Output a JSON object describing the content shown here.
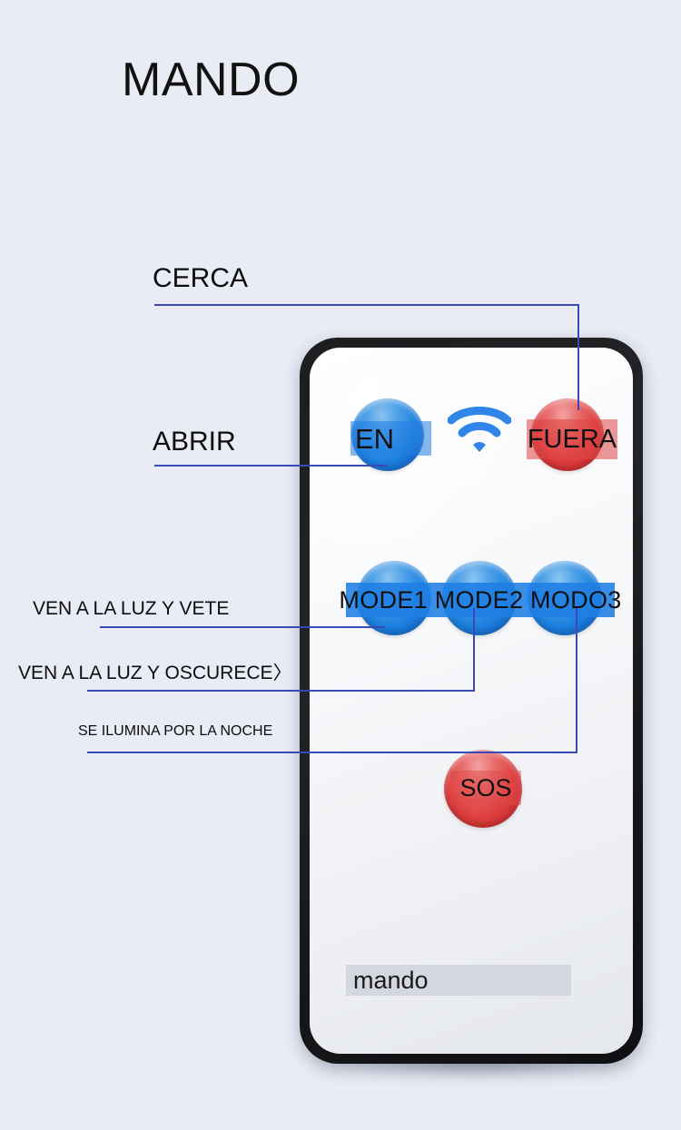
{
  "page": {
    "title": "MANDO",
    "background_color": "#e9ecf5",
    "callout_line_color": "#3a49b8",
    "text_color": "#0d0d0d"
  },
  "callouts": [
    {
      "id": "cerca",
      "label": "CERCA",
      "points_to": "fuera-button"
    },
    {
      "id": "abrir",
      "label": "ABRIR",
      "points_to": "en-button"
    },
    {
      "id": "ven-vete",
      "label": "VEN A LA LUZ Y VETE",
      "points_to": "mode1-button"
    },
    {
      "id": "ven-oscurece",
      "label": "VEN A LA LUZ Y OSCURECE〉",
      "points_to": "mode2-button"
    },
    {
      "id": "noche",
      "label": "SE ILUMINA POR LA NOCHE",
      "points_to": "mode3-button"
    }
  ],
  "remote": {
    "brand_label": "mando",
    "body_color": "#1d1d20",
    "face_color": "#f7f8fa",
    "buttons": [
      {
        "id": "en",
        "label": "EN",
        "color": "#1f82e0",
        "color_name": "blue"
      },
      {
        "id": "fuera",
        "label": "FUERA",
        "color": "#de3f3f",
        "color_name": "red"
      },
      {
        "id": "mode1",
        "label": "MODE1",
        "color": "#1f82e0",
        "color_name": "blue"
      },
      {
        "id": "mode2",
        "label": "MODE2",
        "color": "#1f82e0",
        "color_name": "blue"
      },
      {
        "id": "mode3",
        "label": "MODO3",
        "color": "#1f82e0",
        "color_name": "blue"
      },
      {
        "id": "sos",
        "label": "SOS",
        "color": "#de3f3f",
        "color_name": "red"
      }
    ],
    "mode_row_label": "MODE1 MODE2 MODO3",
    "icons": [
      {
        "name": "wifi-icon",
        "color": "#2f86e8"
      }
    ]
  }
}
